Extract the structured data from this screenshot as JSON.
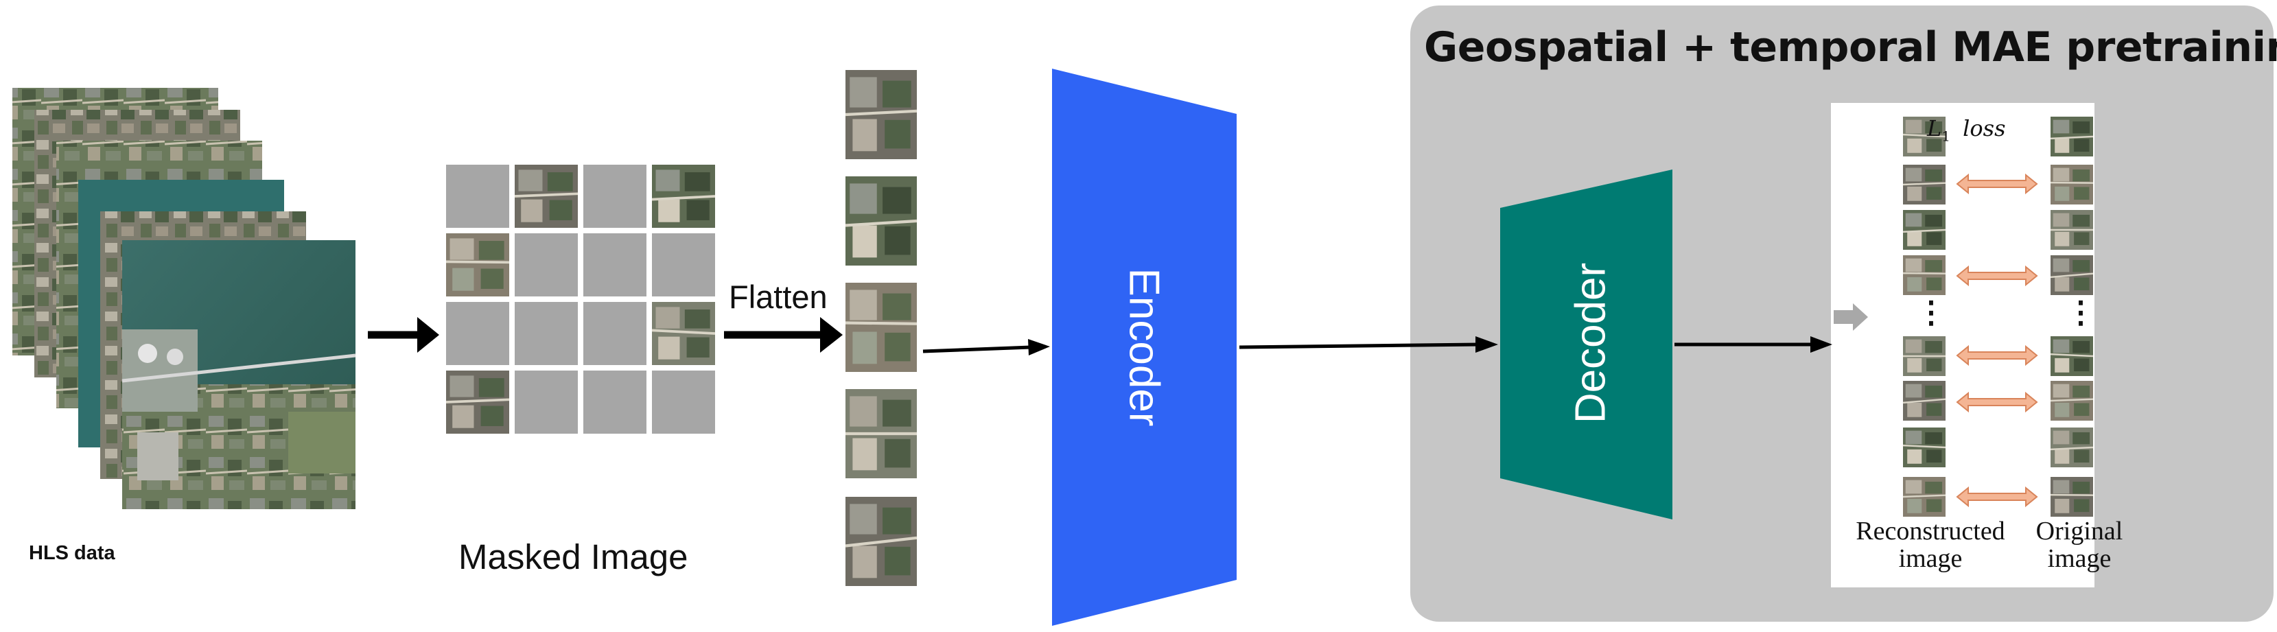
{
  "hls": {
    "label": "HLS data"
  },
  "masked": {
    "label": "Masked Image"
  },
  "flatten": {
    "label": "Flatten"
  },
  "encoder": {
    "label": "Encoder",
    "color": "#2f64f5"
  },
  "decoder": {
    "label": "Decoder",
    "color": "#007b72"
  },
  "pretraining": {
    "title": "Geospatial + temporal MAE pretraining",
    "loss_label": "L",
    "loss_subscript": "1",
    "loss_word": "loss",
    "reconstructed_label": [
      "Reconstructed",
      "image"
    ],
    "original_label": [
      "Original",
      "image"
    ],
    "ellipsis": "⋮"
  },
  "colors": {
    "panel": "#c6c6c6",
    "mask_gray": "#a6a6a6",
    "arrow_pair": "#f4b594",
    "arrow_pair_stroke": "#d9845a",
    "gray_arrow": "#a8a8a8"
  }
}
